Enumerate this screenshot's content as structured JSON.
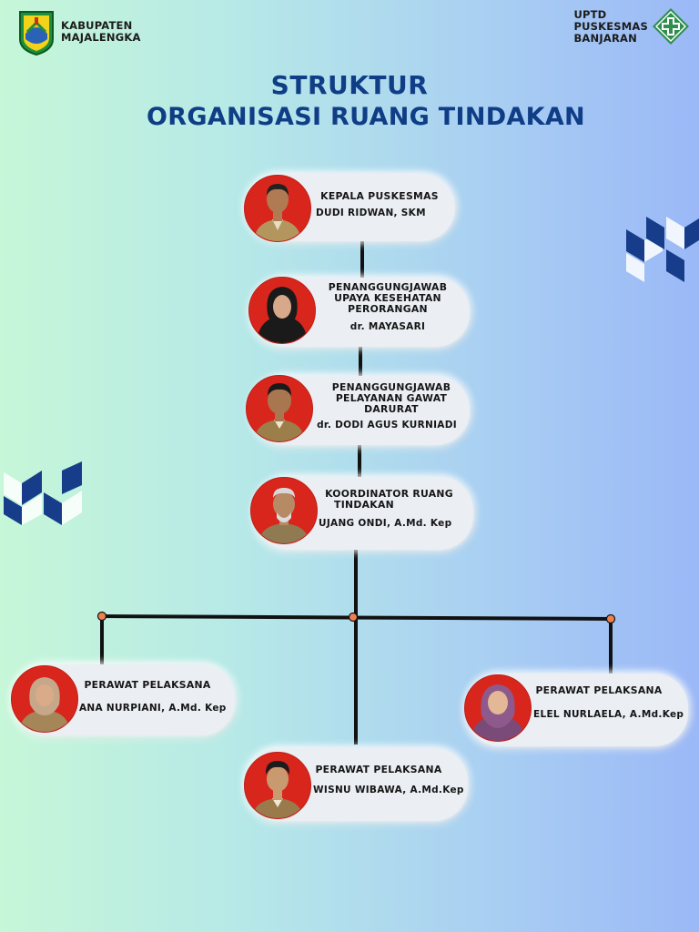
{
  "header": {
    "left_logo": {
      "line1": "KABUPATEN",
      "line2": "MAJALENGKA",
      "icon": "majalengka-emblem-icon"
    },
    "right_logo": {
      "line1": "UPTD",
      "line2": "PUSKESMAS",
      "line3": "BANJARAN",
      "icon": "puskesmas-cross-icon"
    }
  },
  "title": {
    "line1": "STRUKTUR",
    "line2": "ORGANISASI RUANG TINDAKAN"
  },
  "nodes": [
    {
      "role_lines": [
        "KEPALA PUSKESMAS"
      ],
      "name": "DUDI RIDWAN, SKM"
    },
    {
      "role_lines": [
        "PENANGGUNGJAWAB",
        "UPAYA KESEHATAN",
        "PERORANGAN"
      ],
      "name": "dr. MAYASARI"
    },
    {
      "role_lines": [
        "PENANGGUNGJAWAB",
        "PELAYANAN  GAWAT",
        "DARURAT"
      ],
      "name": "dr. DODI AGUS KURNIADI"
    },
    {
      "role_lines": [
        "KOORDINATOR RUANG",
        "TINDAKAN"
      ],
      "name": "UJANG ONDI, A.Md. Kep"
    },
    {
      "role_lines": [
        "PERAWAT PELAKSANA"
      ],
      "name": "ANA NURPIANI, A.Md. Kep"
    },
    {
      "role_lines": [
        "PERAWAT PELAKSANA"
      ],
      "name": "ELEL NURLAELA, A.Md.Kep"
    },
    {
      "role_lines": [
        "PERAWAT PELAKSANA"
      ],
      "name": "WISNU WIBAWA, A.Md.Kep"
    }
  ],
  "colors": {
    "title": "#0f3d86",
    "photo_bg": "#d8261d",
    "card_bg": "#ebeef3",
    "line": "#111111",
    "connector_dot": "#f08050",
    "deco": "#173d8a"
  }
}
